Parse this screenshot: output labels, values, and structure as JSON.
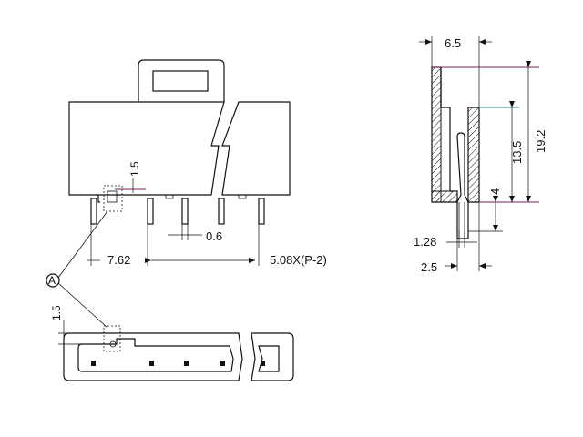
{
  "dimensions": {
    "pitch": "7.62",
    "pin_width": "0.6",
    "pin_offset": "1.5",
    "pitch_formula": "5.08X(P-2)",
    "bottom_offset": "1.5",
    "depth": "6.5",
    "total_height": "19.2",
    "inner_height": "13.5",
    "pin_depth": "4",
    "pin_thickness": "1.28",
    "pin_spacing": "2.5"
  },
  "callout": {
    "label": "A"
  }
}
